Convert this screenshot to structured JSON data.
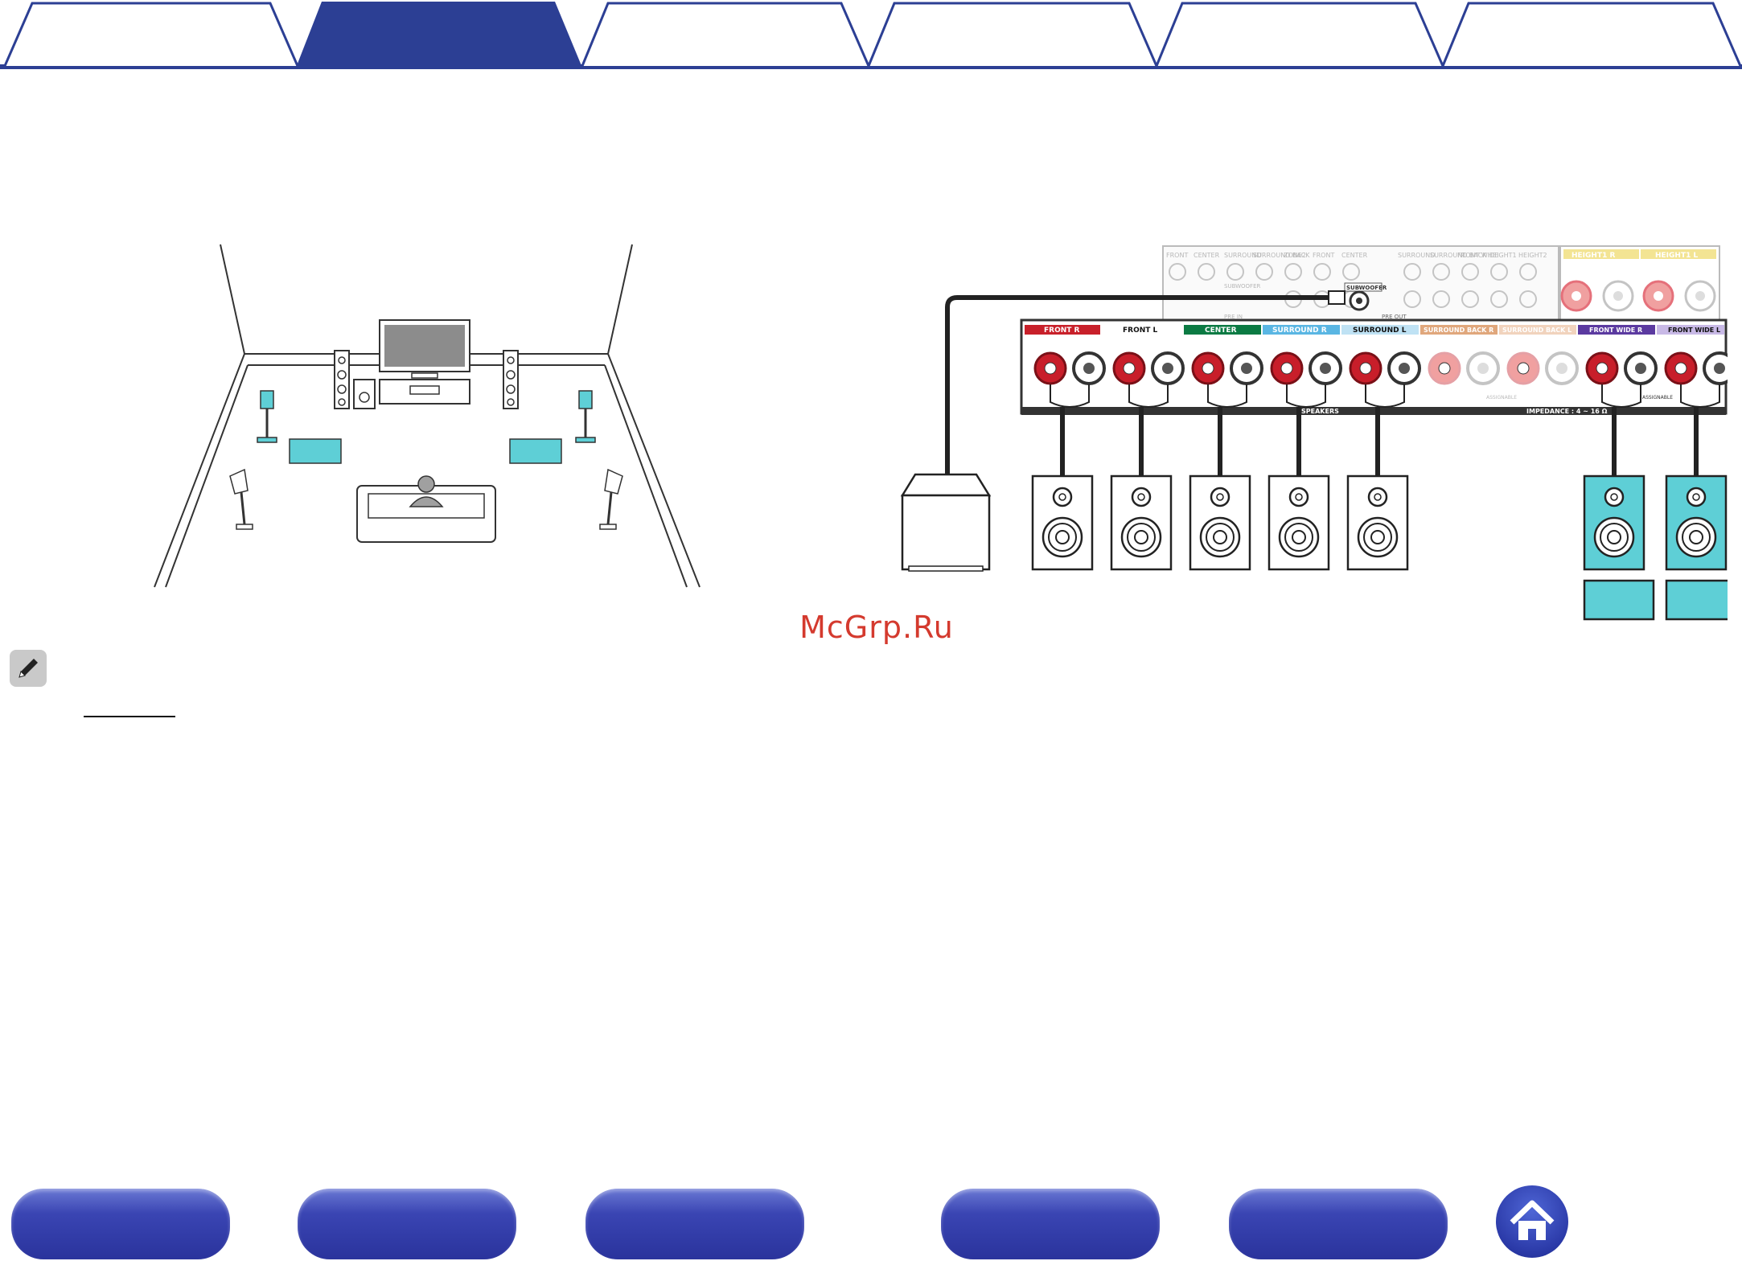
{
  "watermark": "McGrp.Ru",
  "colors": {
    "tab_active": "#2c3f94",
    "tab_inactive_border": "#2c3f94",
    "speaker_highlight": "#5ecfd6",
    "terminal_red": "#c81e2a",
    "front_label": "#c8202a",
    "center_label": "#0b7a43",
    "surround_label": "#5ab6e3",
    "surround_back_label": "#e0a77c",
    "front_wide_label": "#5b3aa0",
    "height_label": "#f3e493"
  },
  "icons": {
    "note": "pencil-icon",
    "home": "home-icon"
  },
  "receiver": {
    "speaker_labels": {
      "front_r": "FRONT R",
      "front_l": "FRONT L",
      "center": "CENTER",
      "surround_r": "SURROUND R",
      "surround_l": "SURROUND L",
      "surround_back_r": "SURROUND BACK R",
      "surround_back_l": "SURROUND BACK L",
      "front_wide_r": "FRONT WIDE R",
      "front_wide_l": "FRONT WIDE L"
    },
    "height_labels": {
      "height1_r": "HEIGHT1 R",
      "height1_l": "HEIGHT1 L"
    },
    "preout_labels": {
      "front": "FRONT",
      "center": "CENTER",
      "surround": "SURROUND",
      "surround_back": "SURROUND BACK",
      "zone2": "ZONE2",
      "front_wide": "FRONT WIDE",
      "height1": "HEIGHT1",
      "height2": "HEIGHT2",
      "subwoofer": "SUBWOOFER",
      "pre_out": "PRE OUT",
      "preamp_in": "PRE IN"
    },
    "bottom_labels": {
      "speakers": "SPEAKERS",
      "impedance": "IMPEDANCE : 4 ~ 16 Ω",
      "assignable_1": "ASSIGNABLE",
      "assignable_2": "ASSIGNABLE"
    }
  }
}
